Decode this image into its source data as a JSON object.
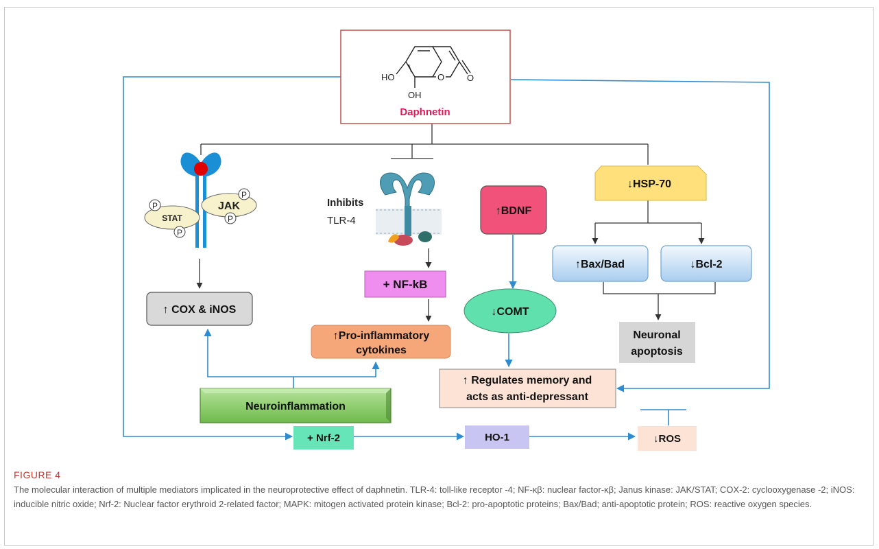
{
  "compound": {
    "name": "Daphnetin",
    "ho": "HO",
    "oh": "OH",
    "o_ring": "O",
    "o_carbonyl": "O"
  },
  "receptors": {
    "jak_stat": {
      "jak": "JAK",
      "stat": "STAT",
      "p": "P"
    },
    "tlr4": {
      "line1": "Inhibits",
      "line2": "TLR-4"
    }
  },
  "nodes": {
    "cox_inos": "↑ COX & iNOS",
    "nfkb": "+ NF-kB",
    "cytokines_line1": "↑Pro-inflammatory",
    "cytokines_line2": "cytokines",
    "bdnf": "↑BDNF",
    "comt": "↓COMT",
    "hsp70": "↓HSP-70",
    "bax_bad": "↑Bax/Bad",
    "bcl2": "↓Bcl-2",
    "apoptosis_line1": "Neuronal",
    "apoptosis_line2": "apoptosis",
    "memory_line1": "↑ Regulates memory and",
    "memory_line2": "acts as anti-depressant",
    "neuroinflammation": "Neuroinflammation",
    "nrf2": "+ Nrf-2",
    "ho1": "HO-1",
    "ros": "↓ROS"
  },
  "caption": {
    "title": "FIGURE 4",
    "text": "The molecular interaction of multiple mediators implicated in the neuroprotective effect of daphnetin. TLR-4: toll-like receptor -4; NF-κβ: nuclear factor-κβ; Janus kinase: JAK/STAT; COX-2: cyclooxygenase -2; iNOS: inducible nitric oxide; Nrf-2: Nuclear factor erythroid 2-related factor; MAPK: mitogen activated protein kinase; Bcl-2: pro-apoptotic proteins; Bax/Bad; anti-apoptotic protein; ROS: reactive oxygen species."
  },
  "colors": {
    "arrow_blue": "#2e8bcf",
    "line_dark": "#333333",
    "daphnetin_text": "#e0195a",
    "compound_border": "#c0504d",
    "bdnf_fill": "#f0527a",
    "comt_fill": "#5fe0ad",
    "hsp70_fill": "#ffe07a",
    "nfkb_fill": "#f08ef0",
    "cytokines_fill": "#f6a77a",
    "cox_fill": "#d9d9d9",
    "neuro_fill": "#8fcf6e",
    "nrf2_fill": "#66e6b8",
    "ho1_fill": "#c9c5f2",
    "ros_fill": "#fde3d6",
    "memory_fill": "#fde3d6",
    "apoptosis_fill": "#d6d6d6"
  }
}
